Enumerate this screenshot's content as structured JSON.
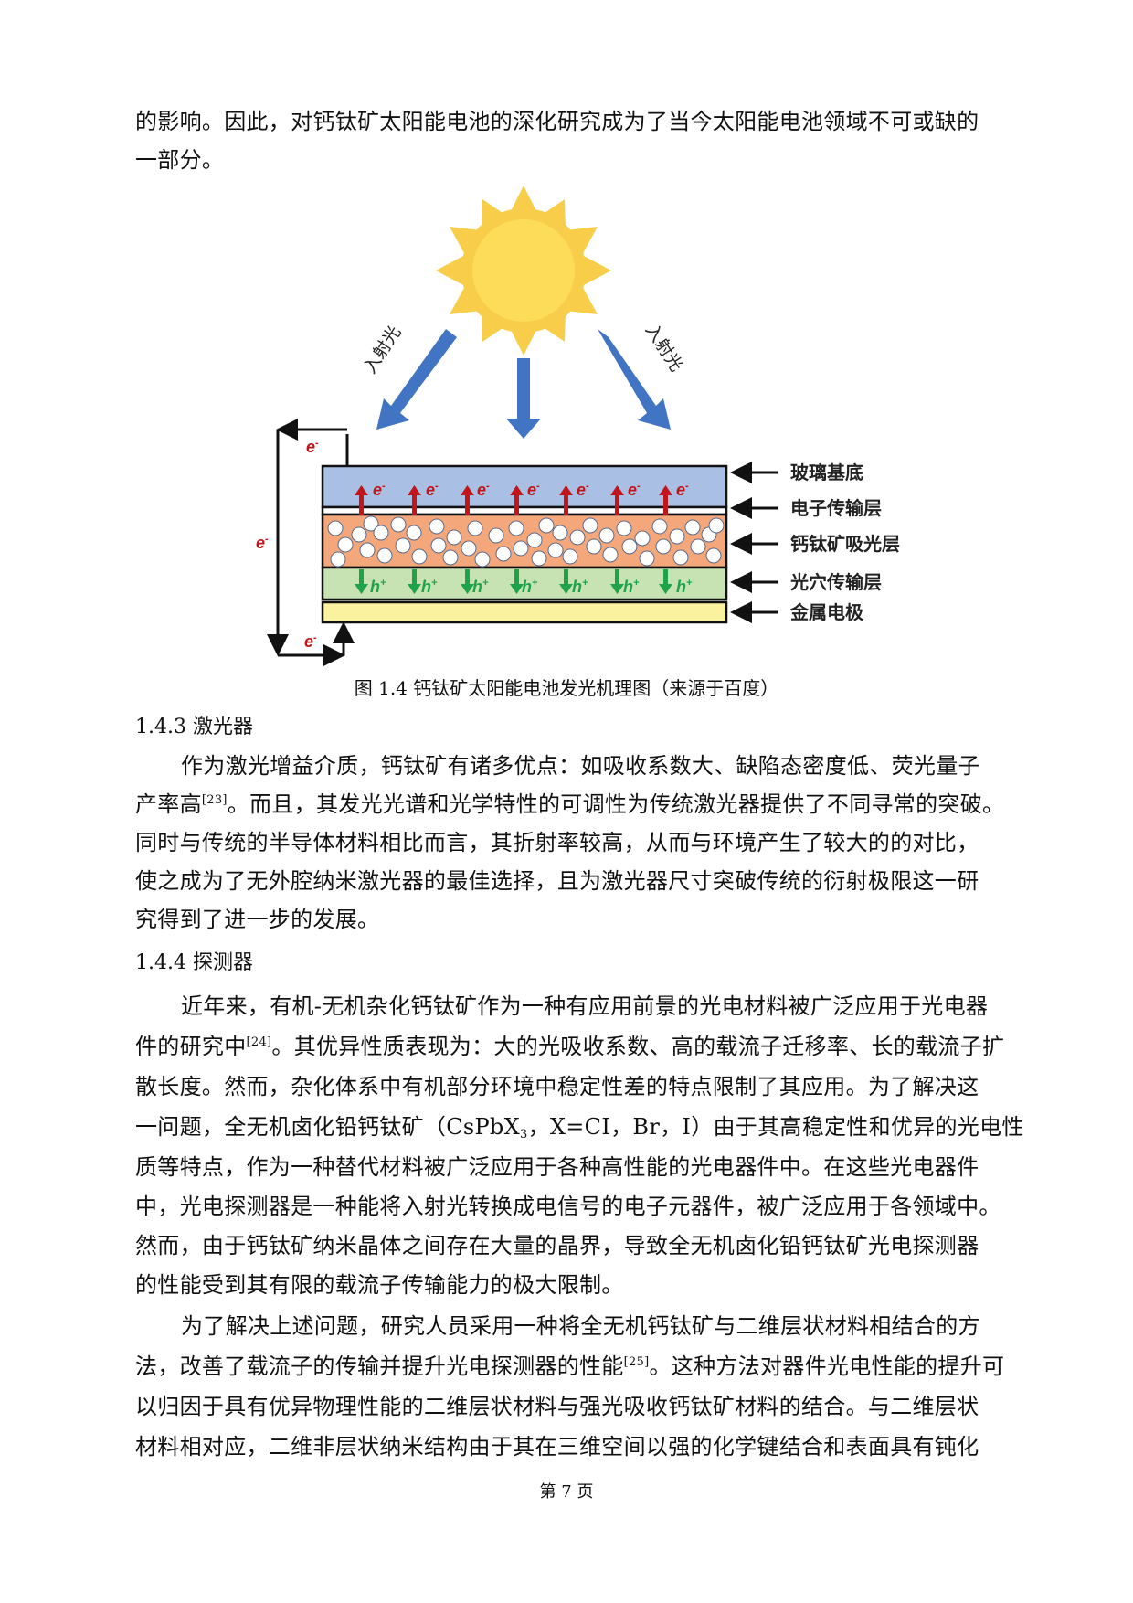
{
  "body": {
    "line1": "的影响。因此，对钙钛矿太阳能电池的深化研究成为了当今太阳能电池领域不可或缺的",
    "line2": "一部分。"
  },
  "figure": {
    "incident_light_label": "入射光",
    "electron_label": "e",
    "electron_sup": "-",
    "hole_label": "h",
    "hole_sup": "+",
    "layers": [
      {
        "label": "玻璃基底",
        "color": "#a9bfe3"
      },
      {
        "label": "电子传输层",
        "color": "#ffffff"
      },
      {
        "label": "钙钛矿吸光层",
        "color": "#f4a77a"
      },
      {
        "label": "光穴传输层",
        "color": "#c7e3b3"
      },
      {
        "label": "金属电极",
        "color": "#faf29e"
      }
    ],
    "colors": {
      "sun_outer": "#f8cd4a",
      "sun_inner": "#fcdc58",
      "light_arrow": "#4274c4",
      "electron": "#c0151b",
      "hole": "#1fa24a"
    },
    "caption": "图 1.4 钙钛矿太阳能电池发光机理图（来源于百度）"
  },
  "section_143": {
    "heading": "1.4.3 激光器",
    "p1_l1": "作为激光增益介质，钙钛矿有诸多优点：如吸收系数大、缺陷态密度低、荧光量子",
    "p1_l2a": "产率高",
    "p1_l2_ref": "[23]",
    "p1_l2b": "。而且，其发光光谱和光学特性的可调性为传统激光器提供了不同寻常的突破。",
    "p1_l3": "同时与传统的半导体材料相比而言，其折射率较高，从而与环境产生了较大的的对比，",
    "p1_l4": "使之成为了无外腔纳米激光器的最佳选择，且为激光器尺寸突破传统的衍射极限这一研",
    "p1_l5": "究得到了进一步的发展。"
  },
  "section_144": {
    "heading": "1.4.4 探测器",
    "p1_l1": "近年来，有机-无机杂化钙钛矿作为一种有应用前景的光电材料被广泛应用于光电器",
    "p1_l2a": "件的研究中",
    "p1_l2_ref": "[24]",
    "p1_l2b": "。其优异性质表现为：大的光吸收系数、高的载流子迁移率、长的载流子扩",
    "p1_l3": "散长度。然而，杂化体系中有机部分环境中稳定性差的特点限制了其应用。为了解决这",
    "p1_l4a": "一问题，全无机卤化铅钙钛矿（CsPbX",
    "p1_l4_sub": "3",
    "p1_l4b": "，X=CI，Br，I）由于其高稳定性和优异的光电性",
    "p1_l5": "质等特点，作为一种替代材料被广泛应用于各种高性能的光电器件中。在这些光电器件",
    "p1_l6": "中，光电探测器是一种能将入射光转换成电信号的电子元器件，被广泛应用于各领域中。",
    "p1_l7": "然而，由于钙钛矿纳米晶体之间存在大量的晶界，导致全无机卤化铅钙钛矿光电探测器",
    "p1_l8": "的性能受到其有限的载流子传输能力的极大限制。",
    "p2_l1": "为了解决上述问题，研究人员采用一种将全无机钙钛矿与二维层状材料相结合的方",
    "p2_l2a": "法，改善了载流子的传输并提升光电探测器的性能",
    "p2_l2_ref": "[25]",
    "p2_l2b": "。这种方法对器件光电性能的提升可",
    "p2_l3": "以归因于具有优异物理性能的二维层状材料与强光吸收钙钛矿材料的结合。与二维层状",
    "p2_l4": "材料相对应，二维非层状纳米结构由于其在三维空间以强的化学键结合和表面具有钝化"
  },
  "footer": {
    "page_label": "第 7 页"
  }
}
